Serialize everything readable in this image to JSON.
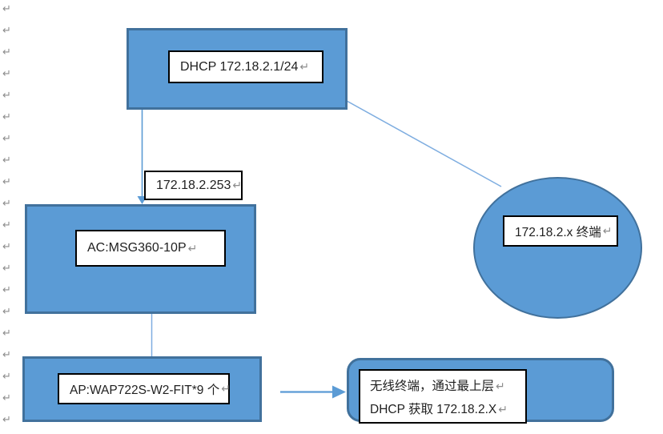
{
  "diagram_title": "wireless network topology sketch",
  "colors": {
    "shape_fill": "#5b9bd5",
    "shape_border": "#41719c",
    "connector_blue": "#5b9bd5",
    "connector_light": "#7eade0",
    "label_bg": "#ffffff",
    "label_border": "#000000",
    "text": "#1f1f1f",
    "paragraph_mark": "#8c8c8c"
  },
  "margin": {
    "glyph": "↵",
    "count": 20
  },
  "marks": {
    "return": "↵"
  },
  "nodes": {
    "dhcp": {
      "label": "DHCP 172.18.2.1/24"
    },
    "link_label": {
      "label": "172.18.2.253"
    },
    "ac": {
      "label": "AC:MSG360-10P"
    },
    "ap": {
      "label": "AP:WAP722S-W2-FIT*9 个"
    },
    "terminal": {
      "label": "172.18.2.x 终端"
    },
    "note": {
      "line1": "无线终端，通过最上层",
      "line2": "DHCP 获取 172.18.2.X"
    }
  },
  "connectors": [
    {
      "name": "dhcp-to-ac",
      "type": "arrow-down"
    },
    {
      "name": "ac-to-ap",
      "type": "line"
    },
    {
      "name": "dhcp-to-terminal",
      "type": "line-diagonal"
    },
    {
      "name": "ap-to-note",
      "type": "arrow-right"
    }
  ]
}
